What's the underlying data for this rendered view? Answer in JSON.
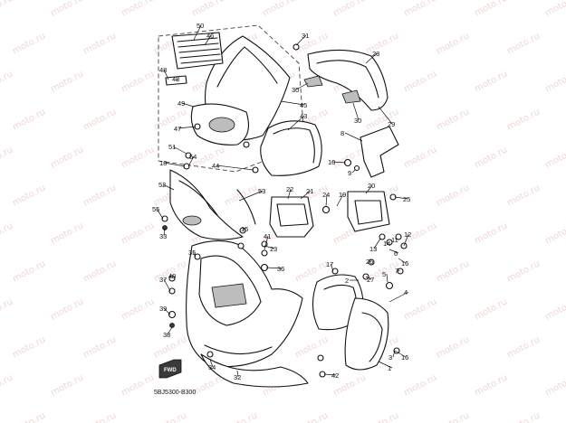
{
  "diagram": {
    "watermark_text": "moto.ru",
    "part_numbers": [
      "50",
      "46",
      "48",
      "48",
      "31",
      "28",
      "30",
      "30",
      "45",
      "43",
      "29",
      "49",
      "47",
      "8",
      "51",
      "54",
      "18",
      "9",
      "10",
      "44",
      "52",
      "53",
      "22",
      "21",
      "19",
      "24",
      "20",
      "25",
      "55",
      "23",
      "41",
      "15",
      "33",
      "13",
      "14",
      "11",
      "12",
      "6",
      "16",
      "35",
      "17",
      "26",
      "2",
      "27",
      "7",
      "40",
      "5",
      "36",
      "37",
      "4",
      "39",
      "38",
      "3",
      "16",
      "34",
      "42",
      "1",
      "32"
    ],
    "badge_text": "FWD",
    "diagram_code": "5BJ5300-B300"
  }
}
